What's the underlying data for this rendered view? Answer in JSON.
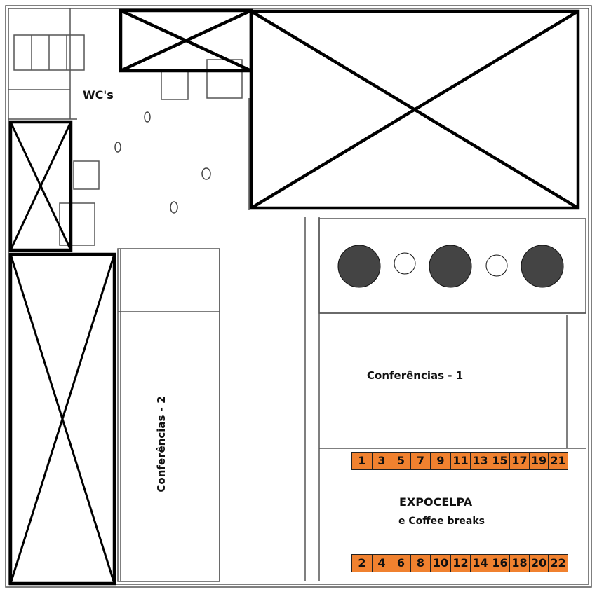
{
  "labels": {
    "wc": "WC's",
    "conf1": "Conferências - 1",
    "conf2": "Conferências - 2",
    "expo": "EXPOCELPA",
    "coffee": "e Coffee breaks"
  },
  "booths_top": [
    "1",
    "3",
    "5",
    "7",
    "9",
    "11",
    "13",
    "15",
    "17",
    "19",
    "21"
  ],
  "booths_bottom": [
    "2",
    "4",
    "6",
    "8",
    "10",
    "12",
    "14",
    "16",
    "18",
    "20",
    "22"
  ],
  "colors": {
    "booth": "#f0812f",
    "wall": "#111111"
  }
}
